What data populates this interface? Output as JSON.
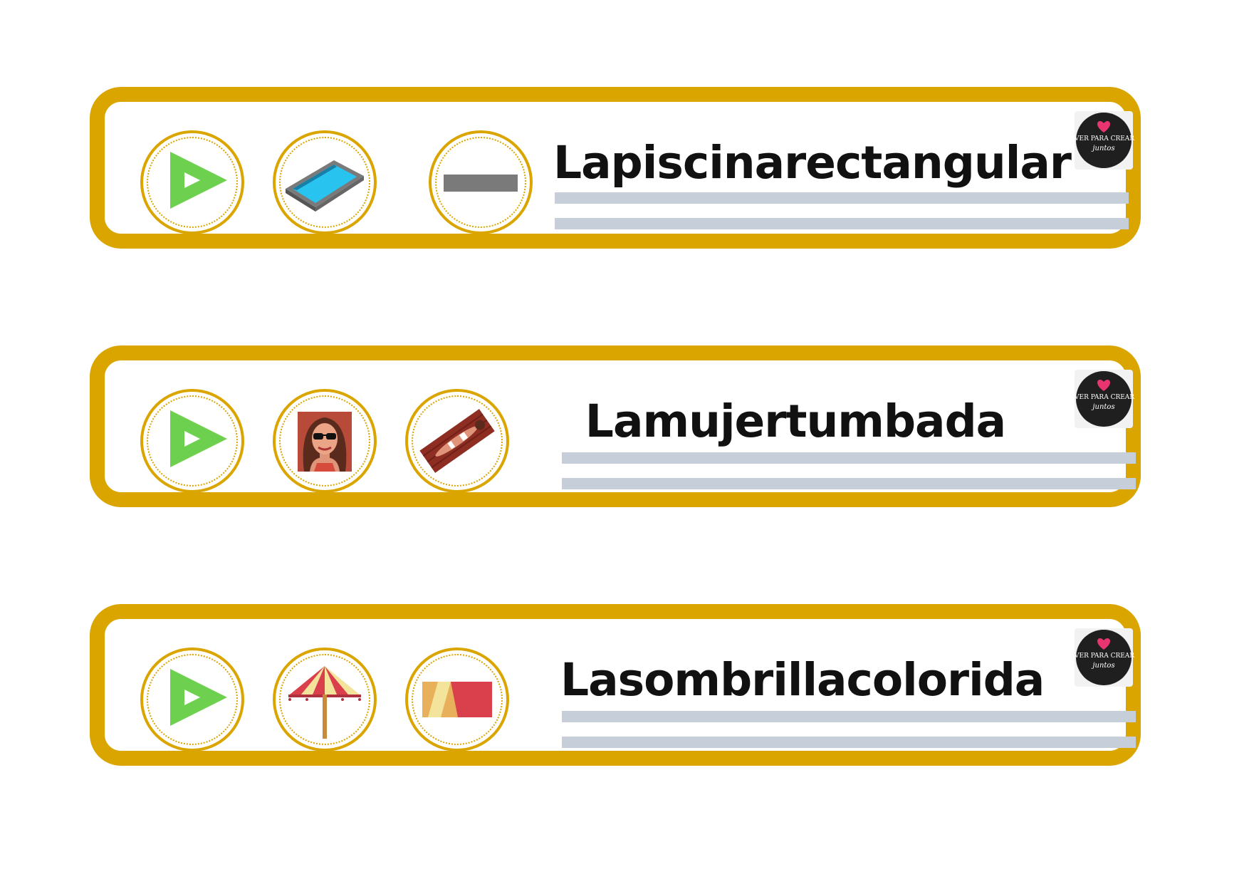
{
  "brand": {
    "line1": "VER PARA CREAR",
    "line2": "juntos",
    "heart_color": "#E8356F",
    "badge_color": "#1f1f1f"
  },
  "colors": {
    "frame": "#DBA500",
    "writing_line": "#C6CFD9",
    "play": "#6DD14F"
  },
  "cards": [
    {
      "title": "Lapiscinarectangular",
      "icons": [
        "play-icon",
        "pool-icon",
        "rectangle-icon"
      ]
    },
    {
      "title": "Lamujertumbada",
      "icons": [
        "play-icon",
        "woman-portrait-icon",
        "woman-lying-icon"
      ]
    },
    {
      "title": "Lasombrillacolorida",
      "icons": [
        "play-icon",
        "umbrella-icon",
        "striped-fabric-icon"
      ]
    }
  ]
}
